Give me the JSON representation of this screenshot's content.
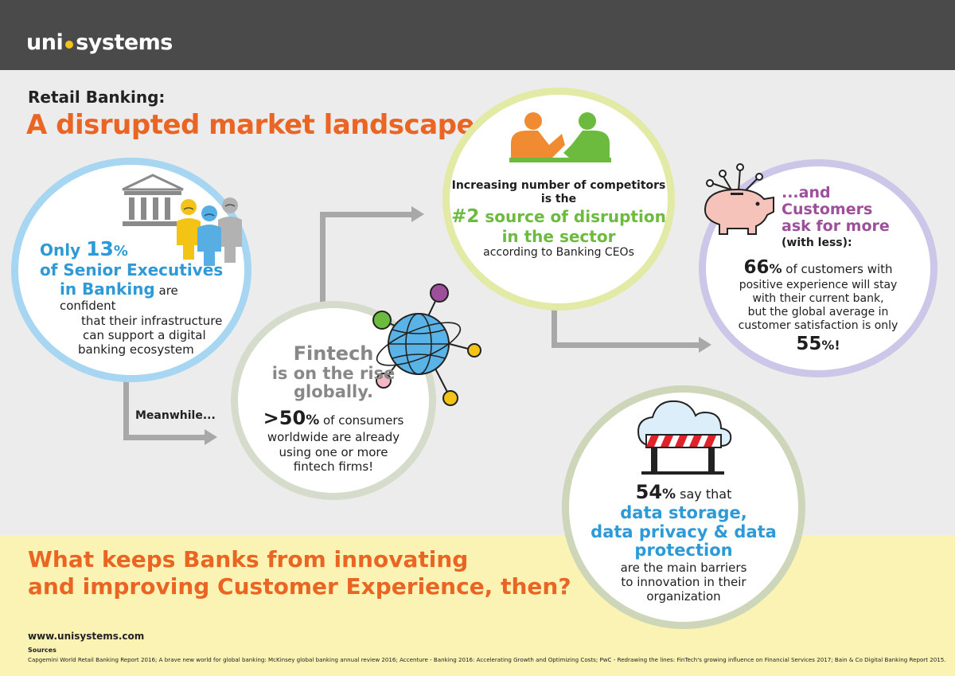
{
  "header": {
    "logo_left": "uni",
    "logo_right": "systems"
  },
  "intro": {
    "kicker": "Retail Banking:",
    "headline": "A disrupted market landscape"
  },
  "executives": {
    "l1_a": "Only ",
    "l1_b": "13",
    "l1_c": "%",
    "l2": "of Senior Executives",
    "l3_a": "in Banking",
    "l3_b": " are confident",
    "l4": "that their infrastructure",
    "l5": "can support a digital",
    "l6": "banking ecosystem"
  },
  "meanwhile": "Meanwhile...",
  "fintech": {
    "l1": "Fintech",
    "l2": "is on the rise",
    "l3": "globally.",
    "l4_a": ">50",
    "l4_b": "%",
    "l4_c": " of consumers",
    "l5": "worldwide are already",
    "l6": "using one or more",
    "l7": "fintech firms!"
  },
  "competitors": {
    "l1": "Increasing number of competitors",
    "l2": "is the",
    "l3_a": "#2",
    "l3_b": " source of disruption",
    "l4": "in the sector",
    "l5": "according to Banking CEOs"
  },
  "customers": {
    "l1": "...and",
    "l2": "Customers",
    "l3": "ask for more",
    "l4": "(with less):",
    "l5_a": "66",
    "l5_b": "%",
    "l5_c": " of customers with",
    "l6": "positive experience will stay",
    "l7": "with their current bank,",
    "l8": "but the global average in",
    "l9": "customer satisfaction is only",
    "l10_a": "55",
    "l10_b": "%!"
  },
  "barriers": {
    "l1_a": "54",
    "l1_b": "%",
    "l1_c": " say that",
    "l2": "data storage,",
    "l3": "data privacy & data",
    "l4": "protection",
    "l5": "are the main barriers",
    "l6": "to innovation in their",
    "l7": "organization"
  },
  "question": {
    "l1": "What keeps Banks from innovating",
    "l2": "and improving  Customer Experience, then?"
  },
  "footer": {
    "url": "www.unisystems.com",
    "sources_title": "Sources",
    "sources": "Capgemini World Retail Banking Report 2016; A brave new world for global banking: McKinsey global banking annual review 2016; Accenture - Banking 2016: Accelerating Growth and Optimizing Costs; PwC - Redrawing the lines: FinTech's growing influence on Financial Services 2017; Bain & Co Digital Banking Report 2015."
  },
  "colors": {
    "orange": "#ea6524",
    "blue": "#2d9ad7",
    "green": "#6cba3e",
    "purple": "#9d4f9c",
    "yellow_band": "#fbf3b4",
    "header": "#4a4a4a"
  },
  "icons": [
    "bank-building-icon",
    "worried-people-icon",
    "handshake-icon",
    "globe-network-icon",
    "piggy-bank-icon",
    "cloud-barrier-icon"
  ]
}
